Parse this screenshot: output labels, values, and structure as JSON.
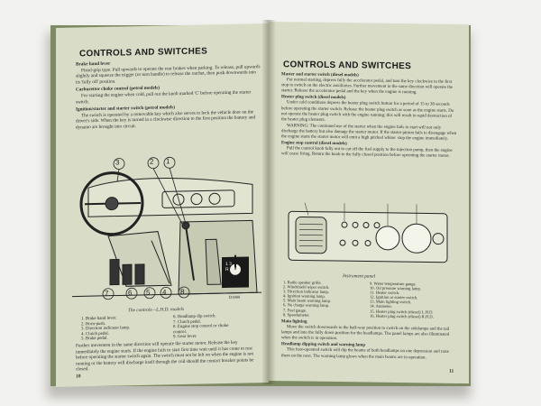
{
  "left_page": {
    "title": "CONTROLS AND SWITCHES",
    "sections": [
      {
        "heading": "Brake hand lever",
        "body": "Pistol-grip type. Pull upwards to operate the rear brakes when parking. To release, pull upwards slightly and squeeze the trigger (or turn handle) to release the ratchet, then push downwards into its 'fully off' position."
      },
      {
        "heading": "Carburetter choke control (petrol models)",
        "body": "For starting the engine when cold, pull out the knob marked 'C' before operating the starter switch."
      },
      {
        "heading": "Ignition/starter and starter switch (petrol models)",
        "body": "The switch is operated by a removable key which also serves to lock the vehicle door on the driver's side. When the key is turned in a clockwise direction to the first position the battery and dynamo are brought into circuit."
      }
    ],
    "figure_numbers": [
      "3",
      "2",
      "1",
      "7",
      "6",
      "5",
      "4",
      "8"
    ],
    "gear_pattern": [
      "1 3",
      "R 2 4"
    ],
    "figure_code": "D3408",
    "caption": "The controls—L.H.D. models",
    "legend_left": [
      "1. Brake hand lever.",
      "2. Horn-push.",
      "3. Direction indicator lamp.",
      "4. Clutch pedal.",
      "5. Brake pedal."
    ],
    "legend_right": [
      "6. Headlamp dip switch.",
      "7. Clutch pedal.",
      "8. Engine stop control or choke",
      "   control.",
      "9. Gear lever."
    ],
    "bottom_text": "Further movement in the same direction will operate the starter motor. Release the key immediately the engine starts. If the engine fails to start first time wait until it has come to rest before operating the starter switch again. The switch must not be left on when the engine is not running or the battery will discharge itself through the coil should the contact breaker points be closed.",
    "page_number": "10"
  },
  "right_page": {
    "title": "CONTROLS AND SWITCHES",
    "sections": [
      {
        "heading": "Master and starter switch (diesel models)",
        "body": "For normal starting, depress fully the accelerator pedal, and turn the key clockwise to the first stop to switch on the electric auxiliaries. Further movement in the same direction will operate the starter. Release the accelerator pedal and the key when the engine is running."
      },
      {
        "heading": "Heater plug switch (diesel models)",
        "body": "Under cold conditions depress the heater plug switch button for a period of 15 to 30 seconds before operating the starter switch. Release the heater plug switch as soon as the engine starts. Do not operate the heater plug switch with the engine running; this will result in rapid destruction of the heater plug elements."
      },
      {
        "heading": "",
        "body": "WARNING: The continued use of the starter when the engine fails to start will not only discharge the battery but also damage the starter motor. If the starter pinion fails to disengage when the engine starts the starter motor will emit a high pitched whine: stop the engine immediately."
      },
      {
        "heading": "Engine stop control (diesel models)",
        "body": "Pull the control knob fully out to cut off the fuel supply to the injection pump, then the engine will cease firing. Return the knob to the fully closed position before operating the starter motor."
      }
    ],
    "panel_caption": "Instrument panel",
    "legend_left": [
      "1. Radio speaker grille.",
      "2. Windshield wiper switch.",
      "3. Direction indicator lamp.",
      "4. Ignition warning lamp.",
      "5. Main beam warning lamp.",
      "6. No charge warning lamp.",
      "7. Fuel gauge.",
      "8. Speedometer."
    ],
    "legend_right": [
      "9. Water temperature gauge.",
      "10. Oil pressure warning lamp.",
      "11. Heater switch.",
      "12. Ignition or starter switch.",
      "13. Main lighting switch.",
      "14. Ammeter.",
      "15. Heater plug switch (diesel) L.H.D.",
      "16. Heater plug switch (diesel) R.H.D."
    ],
    "sections_bottom": [
      {
        "heading": "Main lighting",
        "body": "Move the switch downwards to the half-way position to switch on the sidelamps and the tail lamps and into the fully down position for the headlamps. The panel lamps are also illuminated when the switch is in operation."
      },
      {
        "heading": "Headlamp dipping switch and warning lamp",
        "body": "This foot-operated switch will dip the beams of both headlamps on one depression and raise them on the next. The warning lamp glows when the main beams are in operation."
      }
    ],
    "page_number": "11"
  }
}
